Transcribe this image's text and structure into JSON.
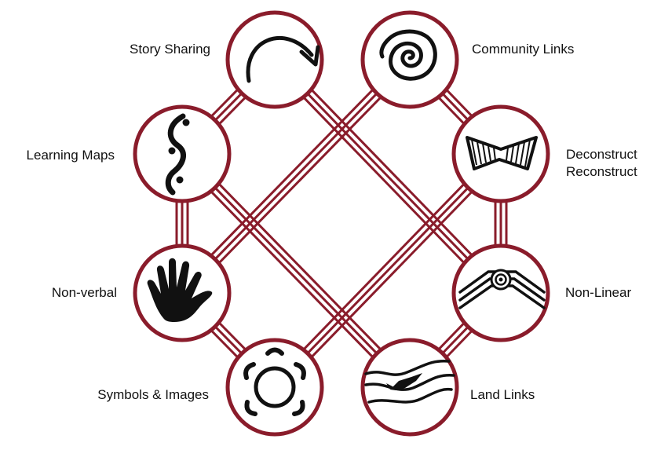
{
  "colors": {
    "ring": "#8a1c2b",
    "symbol": "#111111",
    "text": "#111111",
    "background": "#ffffff"
  },
  "nodes": [
    {
      "id": "story-sharing",
      "label": "Story Sharing",
      "icon": "curved-arrow-icon"
    },
    {
      "id": "community-links",
      "label": "Community Links",
      "icon": "spiral-icon"
    },
    {
      "id": "learning-maps",
      "label": "Learning Maps",
      "icon": "wavy-path-dots-icon"
    },
    {
      "id": "deconstruct-reconstruct",
      "label_lines": [
        "Deconstruct",
        "Reconstruct"
      ],
      "icon": "bowtie-icon"
    },
    {
      "id": "non-verbal",
      "label": "Non-verbal",
      "icon": "hand-icon"
    },
    {
      "id": "non-linear",
      "label": "Non-Linear",
      "icon": "concentric-circles-lines-icon"
    },
    {
      "id": "symbols-images",
      "label": "Symbols & Images",
      "icon": "circle-with-u-shapes-icon"
    },
    {
      "id": "land-links",
      "label": "Land Links",
      "icon": "river-landscape-icon"
    }
  ]
}
